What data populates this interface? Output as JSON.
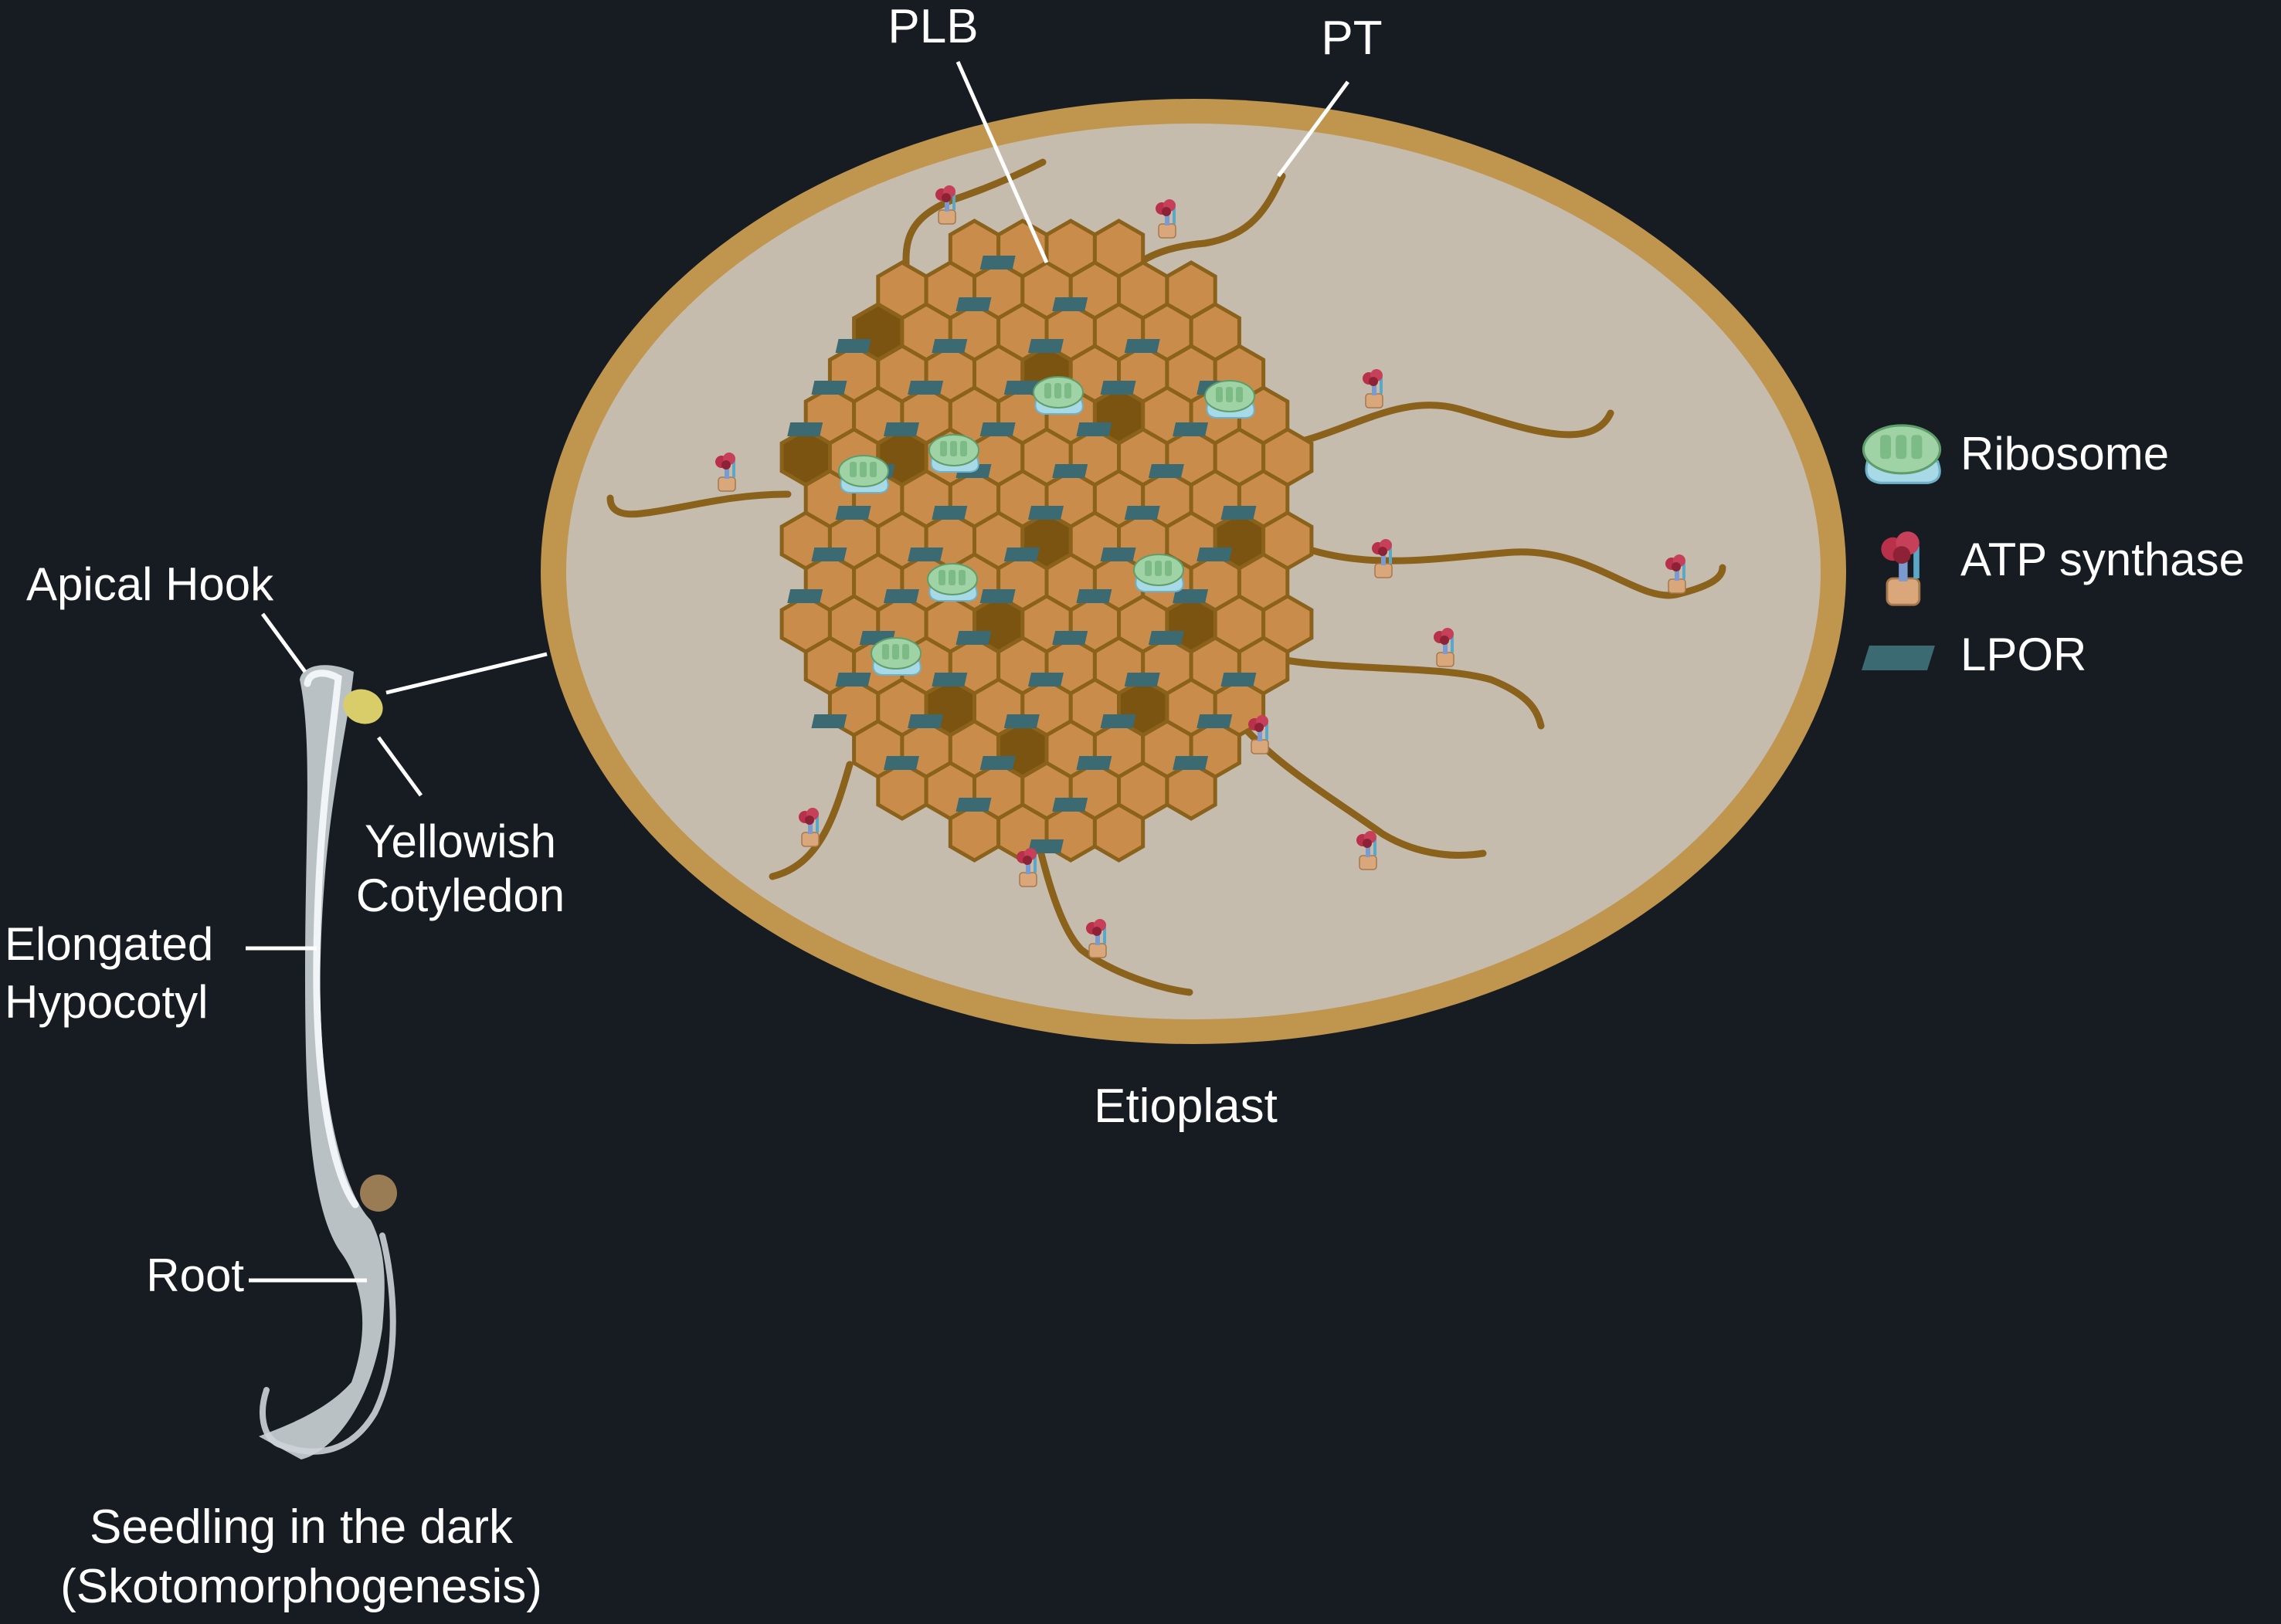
{
  "colors": {
    "background": "#161c22",
    "envelope": "#c0964f",
    "stroma": "#c6bcae",
    "hexagon_fill": "#c98c4b",
    "hexagon_dark": "#7a5410",
    "hexagon_stroke": "#8a621c",
    "lpor": "#3b6a72",
    "ribosome": "#9fd3a5",
    "ribosome_base": "#a7d9e6",
    "atp_synthase_head": "#b8304a",
    "atp_synthase_stalk": "#7b9ad0",
    "atp_synthase_base": "#d9a77a",
    "label_line": "#ffffff"
  },
  "labels": {
    "plb": "PLB",
    "pt": "PT",
    "etioplast": "Etioplast",
    "apical_hook": "Apical Hook",
    "yellowish_cotyledon_line1": "Yellowish",
    "yellowish_cotyledon_line2": "Cotyledon",
    "elongated_hypocotyl_line1": "Elongated",
    "elongated_hypocotyl_line2": "Hypocotyl",
    "root": "Root",
    "seedling_line1": "Seedling in the dark",
    "seedling_line2": "(Skotomorphogenesis)"
  },
  "legend": {
    "items": [
      {
        "icon": "ribosome-icon",
        "label": "Ribosome"
      },
      {
        "icon": "atp-synthase-icon",
        "label": "ATP synthase"
      },
      {
        "icon": "lpor-icon",
        "label": "LPOR"
      }
    ]
  }
}
